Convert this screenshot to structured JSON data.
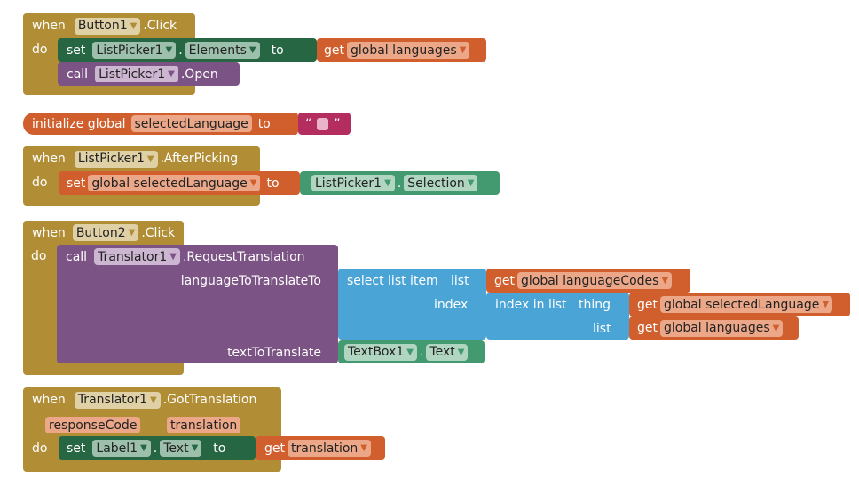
{
  "kw": {
    "when": "when",
    "do": "do",
    "set": "set",
    "to": "to",
    "get": "get",
    "call": "call",
    "dot": ".",
    "init": "initialize global",
    "lq": "“",
    "rq": "”",
    "list": "list",
    "index": "index",
    "thing": "thing"
  },
  "block1": {
    "component": "Button1",
    "event": ".Click",
    "set_component": "ListPicker1",
    "set_property": "Elements",
    "get_var": "global languages",
    "call_component": "ListPicker1",
    "call_method": ".Open"
  },
  "init": {
    "name": "selectedLanguage",
    "value": ""
  },
  "block3": {
    "component": "ListPicker1",
    "event": ".AfterPicking",
    "set_var": "global selectedLanguage",
    "src_component": "ListPicker1",
    "src_property": "Selection"
  },
  "block4": {
    "component": "Button2",
    "event": ".Click",
    "call_component": "Translator1",
    "call_method": ".RequestTranslation",
    "arg1": "languageToTranslateTo",
    "arg2": "textToTranslate",
    "select_label": "select list item",
    "get_codes": "global languageCodes",
    "index_label": "index in list",
    "get_selected": "global selectedLanguage",
    "get_languages": "global languages",
    "tb_component": "TextBox1",
    "tb_property": "Text"
  },
  "block5": {
    "component": "Translator1",
    "event": ".GotTranslation",
    "param1": "responseCode",
    "param2": "translation",
    "set_component": "Label1",
    "set_property": "Text",
    "get_var": "translation"
  }
}
